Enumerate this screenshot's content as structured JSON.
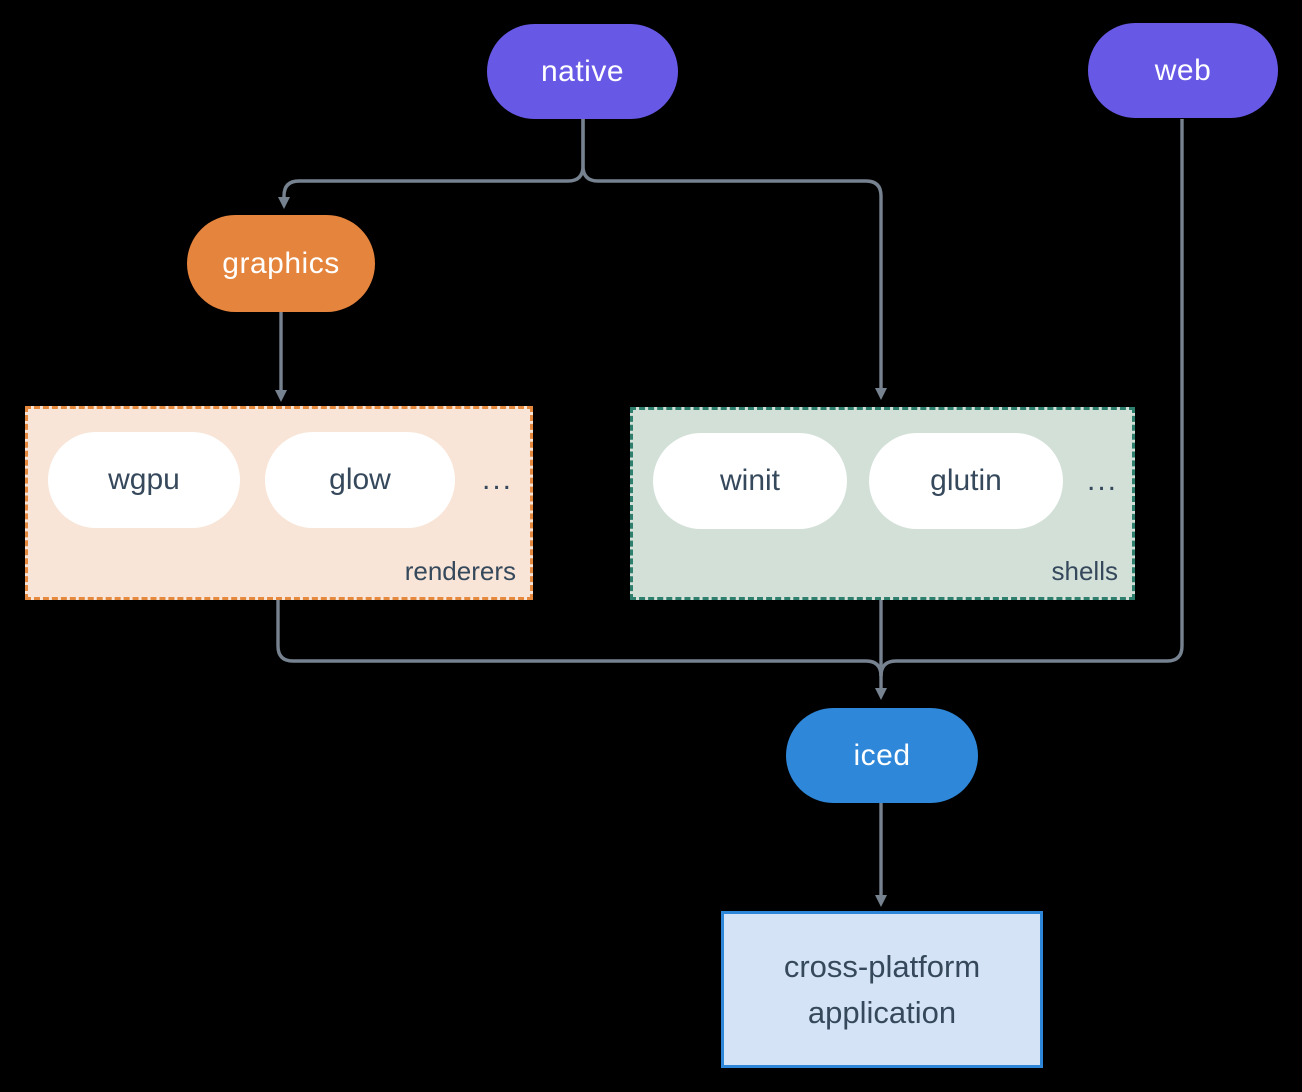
{
  "nodes": {
    "native": {
      "label": "native"
    },
    "web": {
      "label": "web"
    },
    "graphics": {
      "label": "graphics"
    },
    "iced": {
      "label": "iced"
    }
  },
  "groups": {
    "renderers": {
      "label": "renderers",
      "items": [
        "wgpu",
        "glow"
      ],
      "ellipsis": "..."
    },
    "shells": {
      "label": "shells",
      "items": [
        "winit",
        "glutin"
      ],
      "ellipsis": "..."
    }
  },
  "application": {
    "line1": "cross-platform",
    "line2": "application"
  },
  "colors": {
    "background": "#000000",
    "node-purple": "#6759e6",
    "node-orange": "#e5843c",
    "node-blue": "#2e87d8",
    "pill-white": "#ffffff",
    "renderers-bg": "#f9e5d7",
    "renderers-border": "#e5893f",
    "shells-bg": "#d2e0d8",
    "shells-border": "#2f7f6e",
    "app-bg": "#d4e4f6",
    "app-border": "#2e86d8",
    "dark-text": "#36495c",
    "line": "#76828f"
  }
}
